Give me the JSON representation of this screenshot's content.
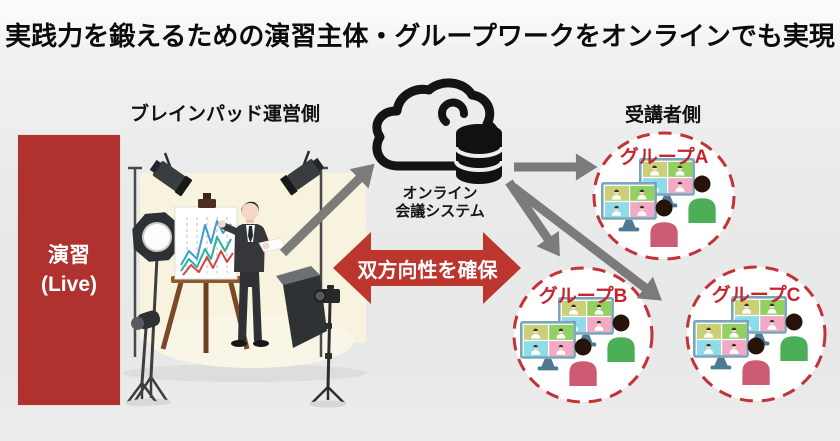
{
  "title": "実践力を鍛えるための演習主体・グループワークをオンラインでも実現",
  "banner": {
    "line1": "演習",
    "line2": "(Live)"
  },
  "studio": {
    "label": "ブレインパッド運営側"
  },
  "cloud": {
    "line1": "オンライン",
    "line2": "会議システム"
  },
  "bidirectional": {
    "label": "双方向性を確保"
  },
  "audience": {
    "label": "受講者側",
    "groups": [
      {
        "label": "グループA"
      },
      {
        "label": "グループB"
      },
      {
        "label": "グループC"
      }
    ]
  },
  "colors": {
    "banner_red": "#b0322f",
    "bidirectional_arrow_red": "#bc362e",
    "group_red": "#c5242e",
    "connector_gray": "#7b7b7b",
    "backdrop_cream": "#f7f3df",
    "shirt_green": "#4caf57",
    "shirt_pink": "#cd5b73",
    "chart_blue": "#3f9bd8",
    "chart_teal": "#28b2a0",
    "chart_red": "#d64545"
  }
}
